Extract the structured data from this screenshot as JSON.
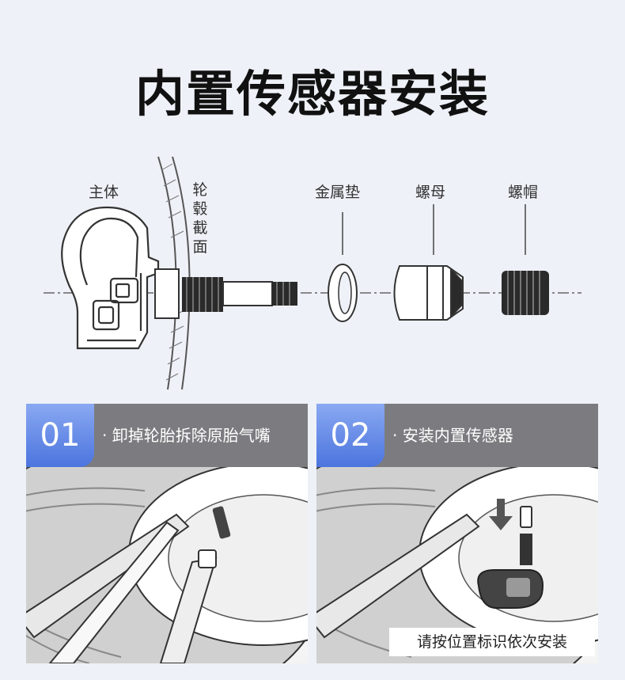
{
  "title": "内置传感器安装",
  "parts": {
    "body": "主体",
    "rim": "轮毂截面",
    "washer": "金属垫",
    "nut": "螺母",
    "cap": "螺帽"
  },
  "steps": [
    {
      "number": "01",
      "text": "· 卸掉轮胎拆除原胎气嘴"
    },
    {
      "number": "02",
      "text": "· 安装内置传感器"
    }
  ],
  "note": "请按位置标识依次安装"
}
